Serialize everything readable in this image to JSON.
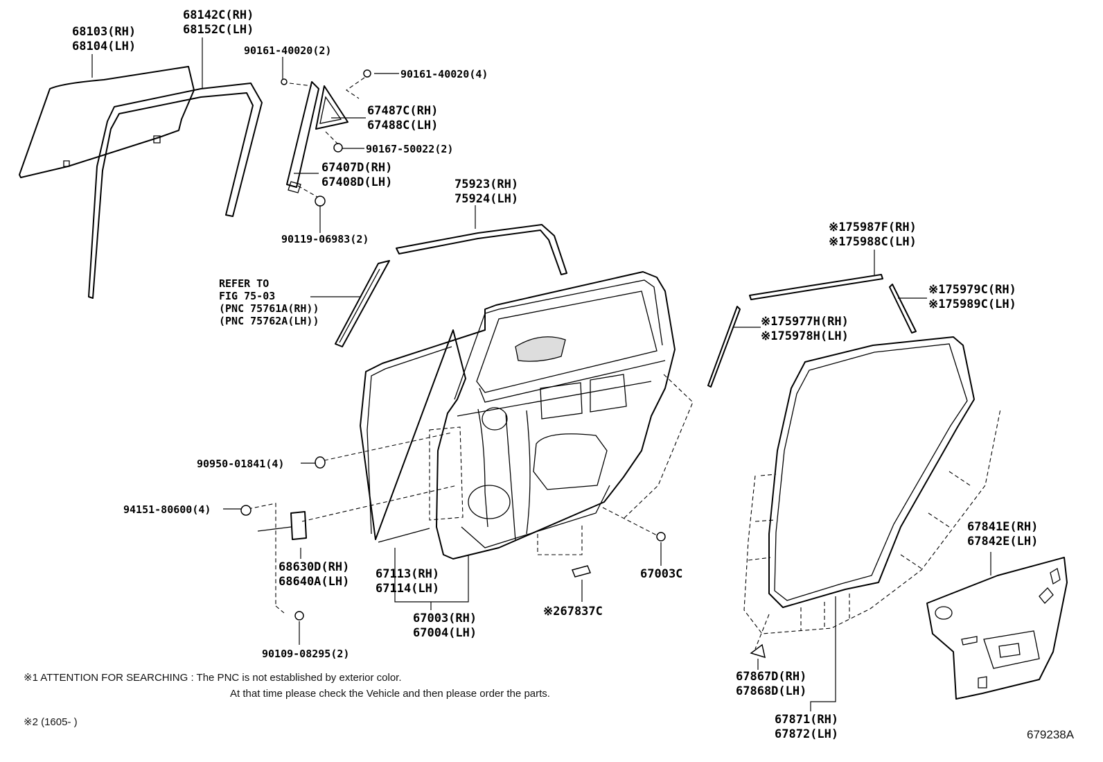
{
  "labels": {
    "glass": [
      "68103(RH)",
      "68104(LH)"
    ],
    "run_channel": [
      "68142C(RH)",
      "68152C(LH)"
    ],
    "screw_top": "90161-40020(2)",
    "screw_top2": "90161-40020(4)",
    "partition_glass": [
      "67487C(RH)",
      "67488C(LH)"
    ],
    "screw_mid": "90167-50022(2)",
    "division_bar": [
      "67407D(RH)",
      "67408D(LH)"
    ],
    "bolt_division": "90119-06983(2)",
    "frame_moulding": [
      "75923(RH)",
      "75924(LH)"
    ],
    "refer_to": [
      "REFER TO",
      "FIG 75-03",
      "(PNC 75761A(RH))",
      "(PNC 75762A(LH))"
    ],
    "upper_moulding": [
      "※175987F(RH)",
      "※175988C(LH)"
    ],
    "rear_moulding": [
      "※175979C(RH)",
      "※175989C(LH)"
    ],
    "front_moulding": [
      "※175977H(RH)",
      "※175978H(LH)"
    ],
    "plug": "90950-01841(4)",
    "nut": "94151-80600(4)",
    "check": [
      "68630D(RH)",
      "68640A(LH)"
    ],
    "bolt_check": "90109-08295(2)",
    "outer_panel": [
      "67113(RH)",
      "67114(LH)"
    ],
    "door_panel": [
      "67003(RH)",
      "67004(LH)"
    ],
    "grommet": "67003C",
    "cover": "※267837C",
    "clip": [
      "67867D(RH)",
      "67868D(LH)"
    ],
    "weatherstrip": [
      "67871(RH)",
      "67872(LH)"
    ],
    "service_hole_cover": [
      "67841E(RH)",
      "67842E(LH)"
    ]
  },
  "notes": {
    "note1_line1": "※1 ATTENTION FOR SEARCHING : The PNC is not established by exterior color.",
    "note1_line2": "At that time please check the Vehicle and then please order the parts.",
    "note2": "※2 (1605-      )"
  },
  "figure_ref": "679238A"
}
